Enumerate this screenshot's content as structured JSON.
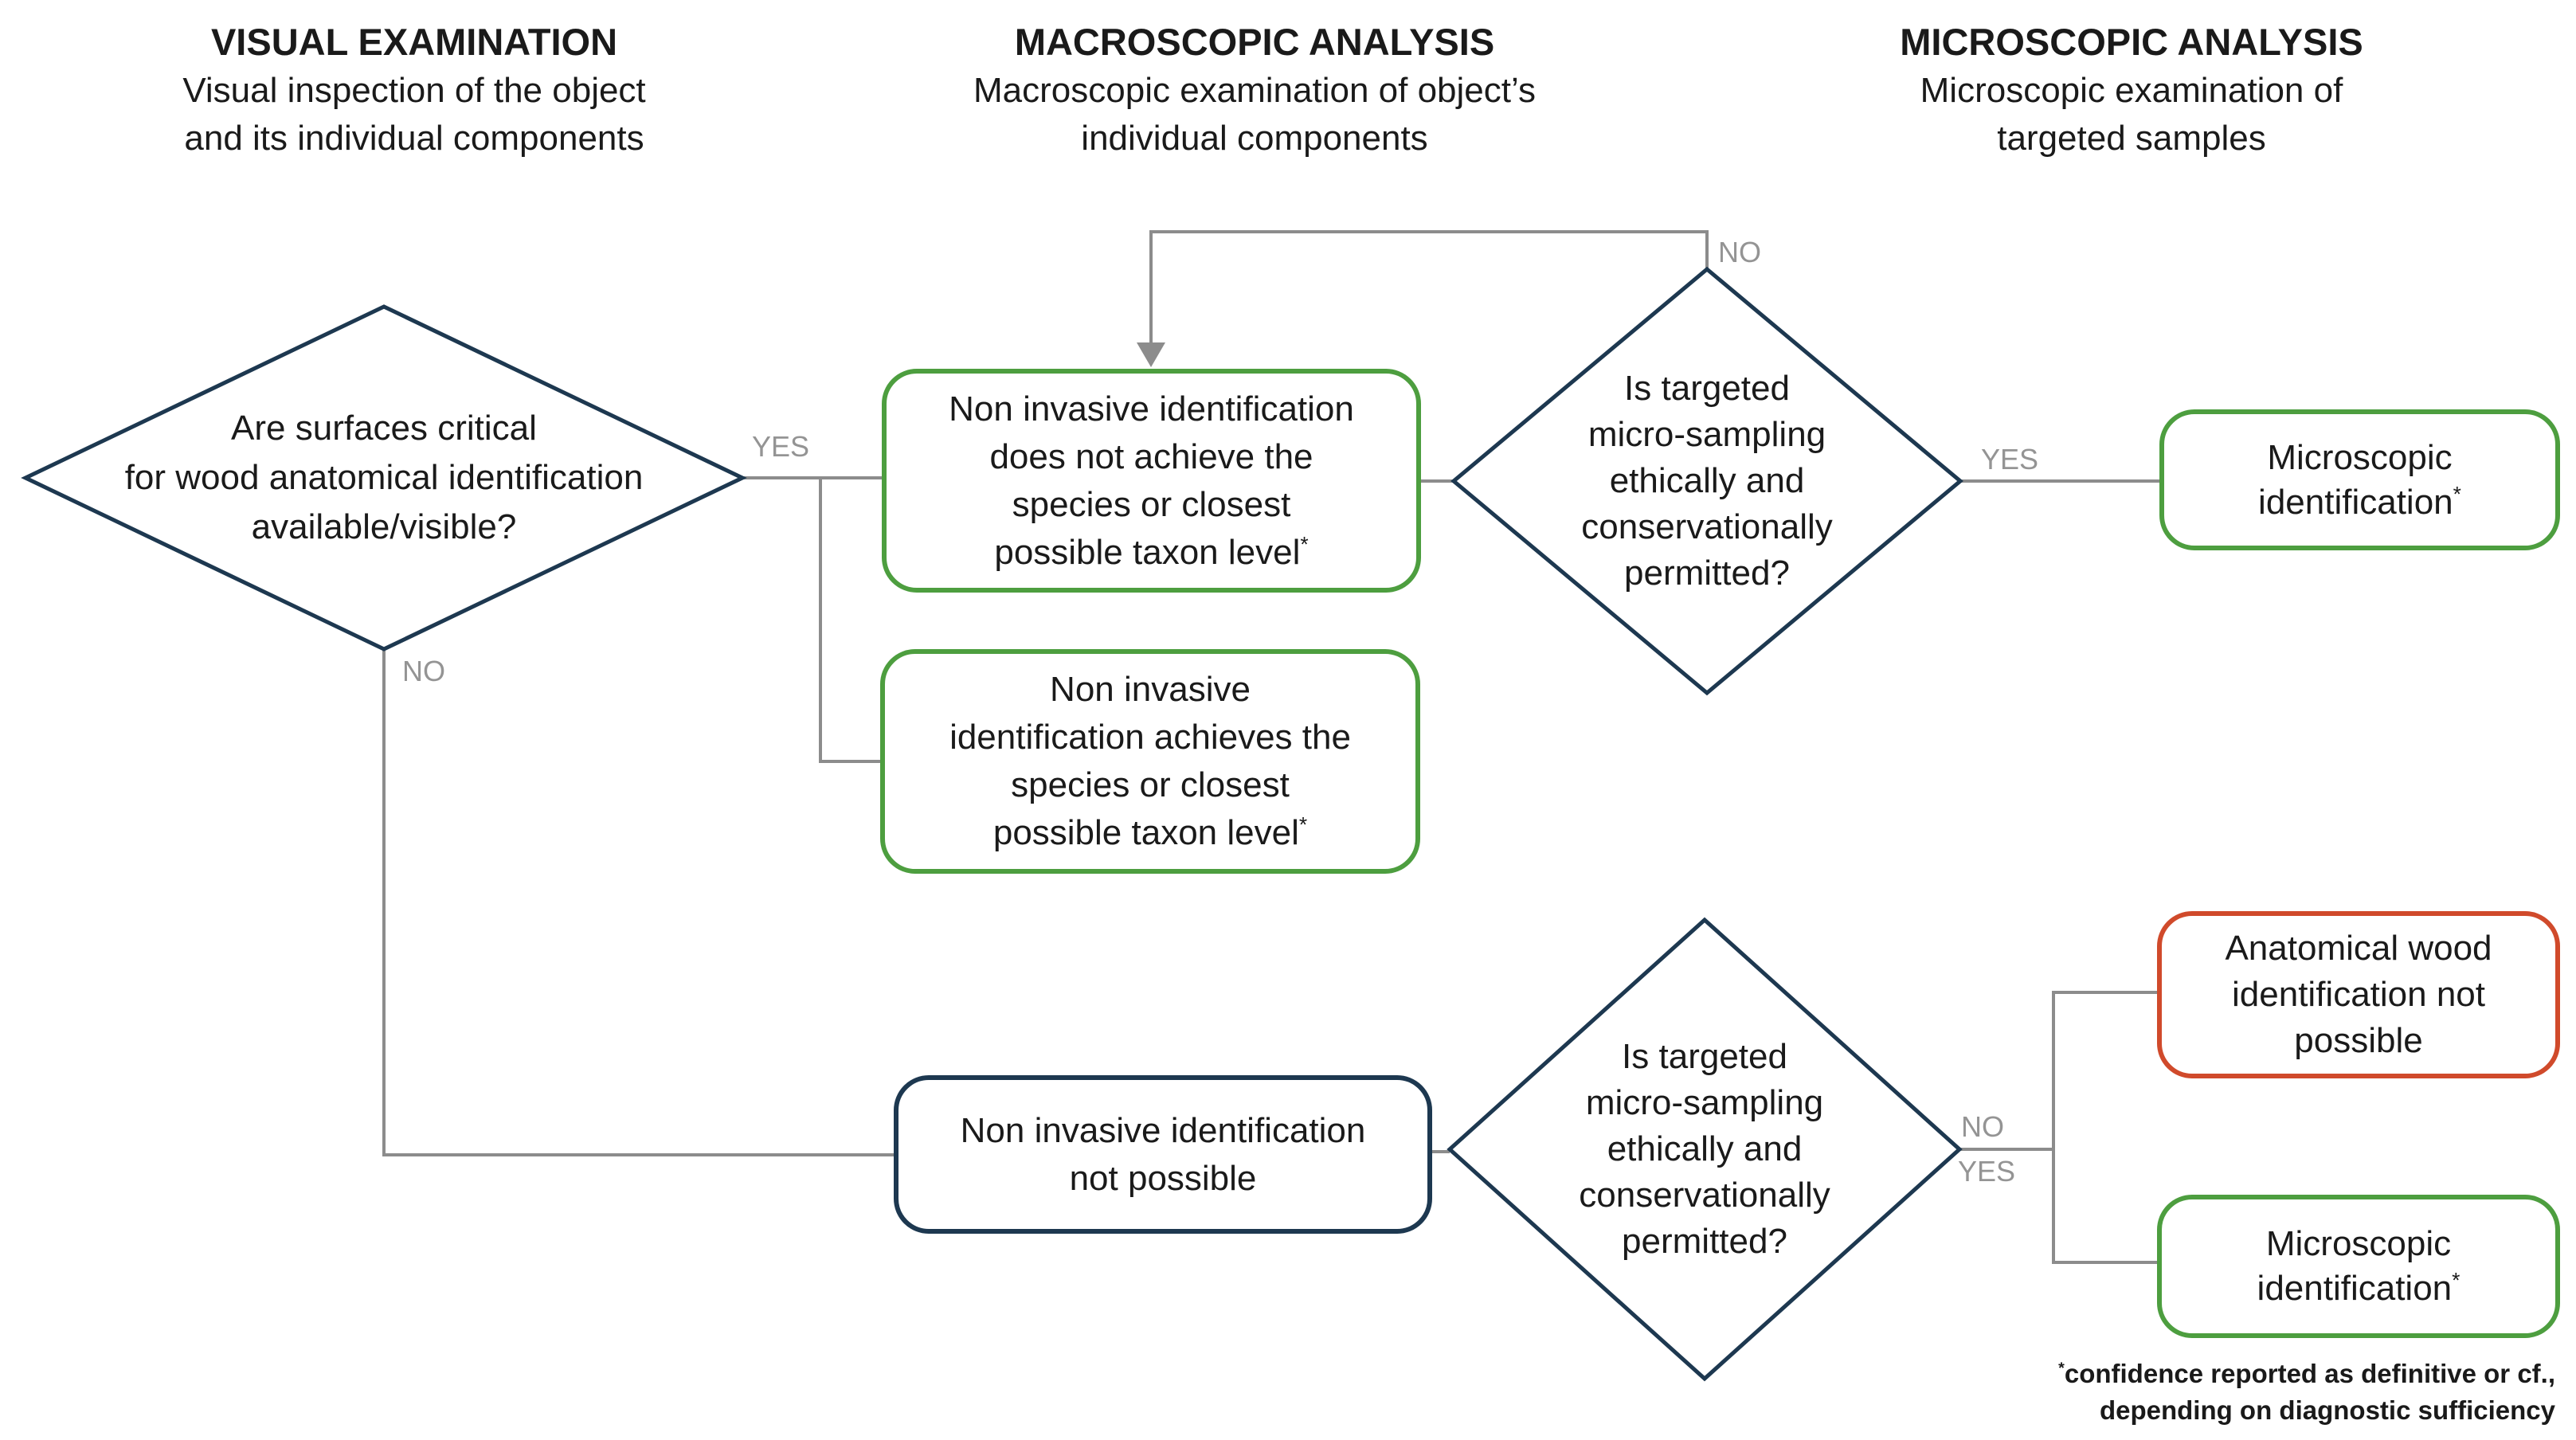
{
  "colors": {
    "navy": "#1d3850",
    "green": "#4d9e3f",
    "red": "#d04a2b",
    "connector": "#8c8c8c",
    "label": "#949494",
    "text": "#1a1a1a",
    "background": "#ffffff"
  },
  "headers": [
    {
      "title": "VISUAL EXAMINATION",
      "subtitle_line1": "Visual inspection of the object",
      "subtitle_line2": "and its individual components"
    },
    {
      "title": "MACROSCOPIC ANALYSIS",
      "subtitle_line1": "Macroscopic examination of object’s",
      "subtitle_line2": "individual components"
    },
    {
      "title": "MICROSCOPIC ANALYSIS",
      "subtitle_line1": "Microscopic examination of",
      "subtitle_line2": "targeted samples"
    }
  ],
  "decisions": {
    "surfaces": {
      "line1": "Are surfaces critical",
      "line2": "for wood anatomical identification",
      "line3": "available/visible?"
    },
    "microsampling_top": {
      "line1": "Is targeted",
      "line2": "micro-sampling",
      "line3": "ethically and",
      "line4": "conservationally",
      "line5": "permitted?"
    },
    "microsampling_bottom": {
      "line1": "Is targeted",
      "line2": "micro-sampling",
      "line3": "ethically and",
      "line4": "conservationally",
      "line5": "permitted?"
    }
  },
  "outcomes": {
    "noninvasive_not_achieve": {
      "line1": "Non invasive identification",
      "line2": "does not achieve the",
      "line3": "species or closest",
      "line4": "possible taxon level",
      "sup": "*"
    },
    "noninvasive_achieves": {
      "line1": "Non invasive",
      "line2": "identification achieves the",
      "line3": "species or closest",
      "line4": "possible taxon level",
      "sup": "*"
    },
    "microscopic_top": {
      "line1": "Microscopic",
      "line2": "identification",
      "sup": "*"
    },
    "noninvasive_not_possible": {
      "line1": "Non invasive identification",
      "line2": "not possible"
    },
    "anatomical_not_possible": {
      "line1": "Anatomical wood",
      "line2": "identification not",
      "line3": "possible"
    },
    "microscopic_bottom": {
      "line1": "Microscopic",
      "line2": "identification",
      "sup": "*"
    }
  },
  "edge_labels": {
    "yes_surfaces": "YES",
    "no_surfaces": "NO",
    "no_loop": "NO",
    "yes_top": "YES",
    "no_bottom": "NO",
    "yes_bottom": "YES"
  },
  "footnote": {
    "sup": "*",
    "line1": "confidence reported as definitive or cf.,",
    "line2": "depending on diagnostic sufficiency"
  }
}
